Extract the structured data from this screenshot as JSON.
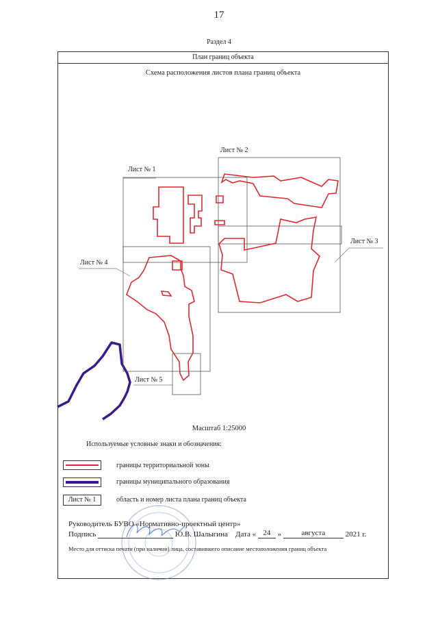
{
  "page_number": "17",
  "section": "Раздел 4",
  "frame_title": "План границ объекта",
  "scheme_title": "Схема расположения листов плана границ объекта",
  "sheet_labels": [
    "Лист № 1",
    "Лист № 2",
    "Лист № 3",
    "Лист № 4",
    "Лист № 5"
  ],
  "scale": "Масштаб 1:25000",
  "legend": {
    "title": "Используемые условные знаки и обозначения:",
    "items": [
      {
        "label": "границы территориальной зоны",
        "color": "#e0282e"
      },
      {
        "label": "границы муниципального образования",
        "color": "#3a1c8a"
      },
      {
        "label": "область и номер листа плана границ объекта",
        "swatch_text": "Лист № 1"
      }
    ]
  },
  "signature": {
    "line1": "Руководитель БУВО «Нормативно-проектный центр»",
    "sign_label": "Подпись",
    "name": "Ю.В. Шалыгина",
    "date_label": "Дата «",
    "day": "24",
    "day_close": "»",
    "month": "августа",
    "year": "2021 г.",
    "note": "Место для оттиска печати (при наличии) лица, составившего описание местоположения границ объекта"
  },
  "colors": {
    "zone_border": "#e0282e",
    "municipal_border": "#3a1c8a",
    "stamp": "#6e8fcf"
  }
}
